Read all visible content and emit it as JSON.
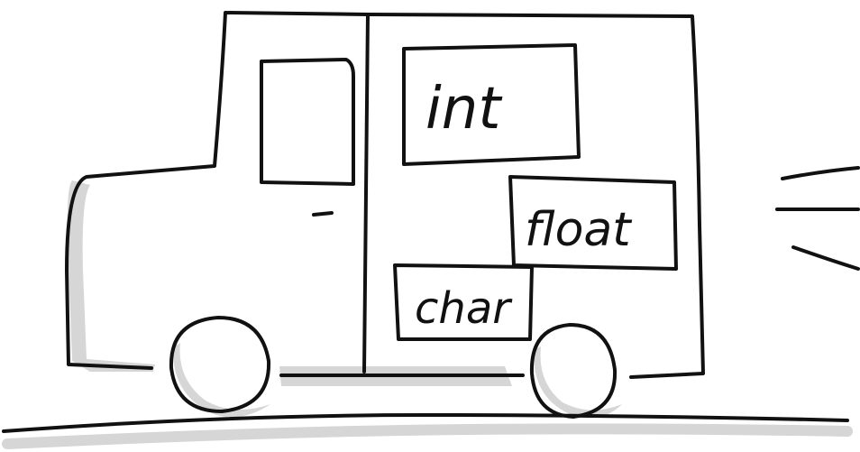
{
  "truck": {
    "cargo_boxes": [
      {
        "label": "int"
      },
      {
        "label": "float"
      },
      {
        "label": "char"
      }
    ]
  },
  "colors": {
    "ink": "#111111",
    "shadow": "#d6d6d6",
    "background": "#ffffff"
  }
}
